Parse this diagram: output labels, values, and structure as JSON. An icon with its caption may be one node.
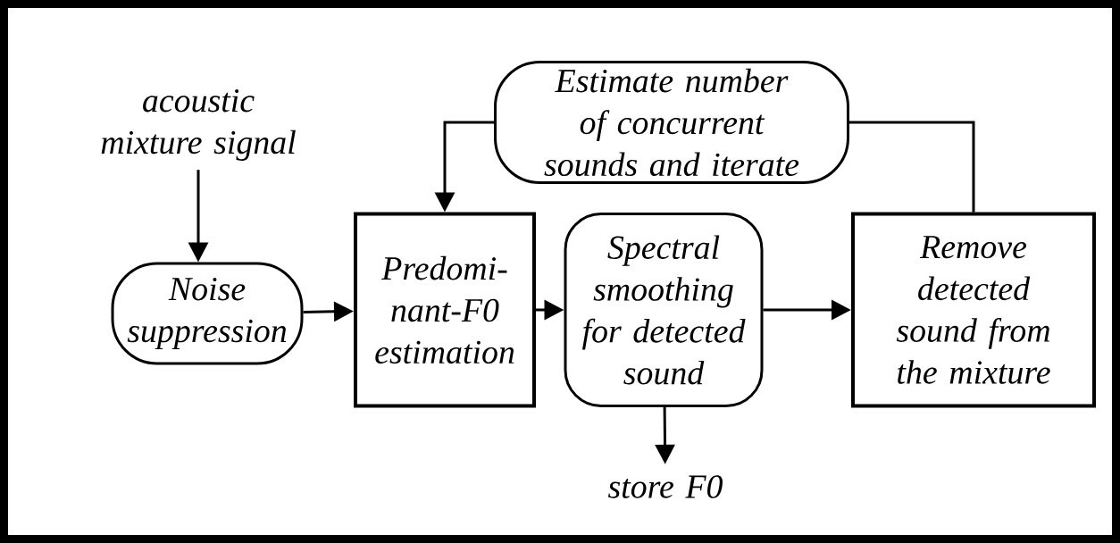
{
  "diagram": {
    "nodes": [
      {
        "text": [
          "acoustic mixture signal"
        ]
      },
      {
        "text": [
          "Noise suppression"
        ]
      },
      {
        "text": [
          "Predomi- nant-F0 estimation"
        ]
      },
      {
        "text": [
          "Spectral smoothing for detected sound"
        ]
      },
      {
        "text": [
          "Remove detected sound from the mixture"
        ]
      },
      {
        "text": [
          "Estimate number of concurrent sounds and iterate"
        ]
      },
      {
        "text": [
          "store F0"
        ]
      }
    ],
    "edges": [
      {
        "from": 0,
        "to": 1,
        "arrow": "to"
      },
      {
        "from": 1,
        "to": 2,
        "arrow": "to"
      },
      {
        "from": 2,
        "to": 3,
        "arrow": "to"
      },
      {
        "from": 3,
        "to": 4,
        "arrow": "to"
      },
      {
        "from": 3,
        "to": 6,
        "arrow": "to"
      },
      {
        "from": 4,
        "to": 5,
        "arrow": "none"
      },
      {
        "from": 5,
        "to": 2,
        "arrow": "to"
      }
    ]
  }
}
